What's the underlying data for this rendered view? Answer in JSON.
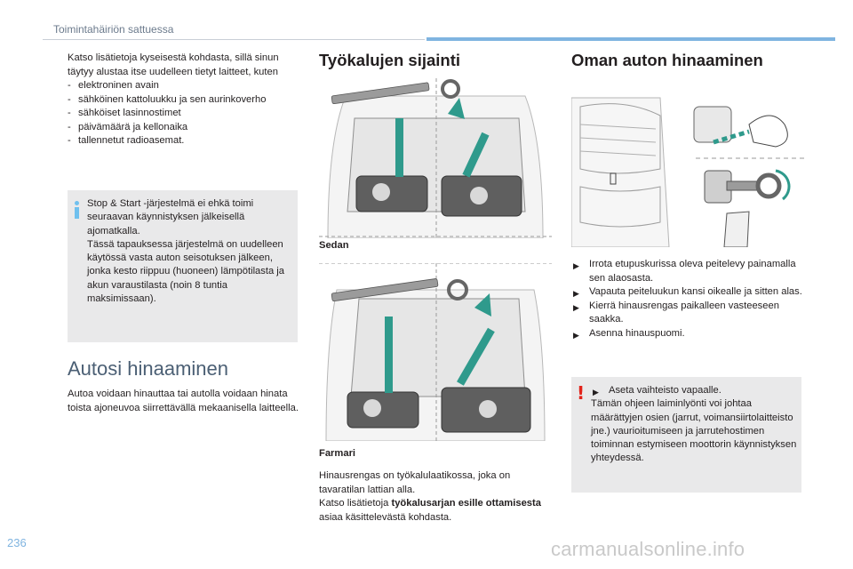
{
  "header": {
    "title": "Toimintahäiriön sattuessa"
  },
  "col1": {
    "intro": "Katso lisätietoja kyseisestä kohdasta, sillä sinun täytyy alustaa itse uudelleen tietyt laitteet, kuten",
    "items": [
      "elektroninen avain",
      "sähköinen kattoluukku ja sen aurinkoverho",
      "sähköiset lasinnostimet",
      "päivämäärä ja kellonaika",
      "tallennetut radioasemat."
    ],
    "info_box": {
      "icon": "info-icon",
      "text": "Stop & Start -järjestelmä ei ehkä toimi seuraavan käynnistyksen jälkeisellä ajomatkalla.\nTässä tapauksessa järjestelmä on uudelleen käytössä vasta auton seisotuksen jälkeen, jonka kesto riippuu (huoneen) lämpötilasta ja akun varaustilasta (noin 8 tuntia maksimissaan)."
    },
    "tow_title": "Autosi hinaaminen",
    "tow_text": "Autoa voidaan hinauttaa tai autolla voidaan hinata toista ajoneuvoa siirrettävällä mekaanisella laitteella."
  },
  "col2": {
    "title": "Työkalujen sijainti",
    "caption_sedan": "Sedan",
    "caption_estate": "Farmari",
    "text_1": "Hinausrengas on työkalulaatikossa, joka on tavaratilan lattian alla.",
    "text_2_prefix": "Katso lisätietoja ",
    "text_2_bold": "työkalusarjan esille ottamisesta",
    "text_2_suffix": " asiaa käsittelevästä kohdasta."
  },
  "col3": {
    "title": "Oman auton hinaaminen",
    "bullet_icon": "arrow-bullet-icon",
    "steps": [
      "Irrota etupuskurissa oleva peitelevy painamalla sen alaosasta.",
      "Vapauta peiteluukun kansi oikealle ja sitten alas.",
      "Kierrä hinausrengas paikalleen vasteeseen saakka.",
      "Asenna hinauspuomi."
    ],
    "warning_box": {
      "icon": "warning-icon",
      "mark": "!",
      "first": "Aseta vaihteisto vapaalle.",
      "text": "Tämän ohjeen laiminlyönti voi johtaa määrättyjen osien (jarrut, voimansiirtolaitteisto jne.) vaurioitumiseen ja jarrutehostimen toiminnan estymiseen moottorin käynnistyksen yhteydessä."
    }
  },
  "footer": {
    "page_number": "236",
    "watermark": "carmanualsonline.info"
  },
  "colors": {
    "accent_blue": "#7fb4e0",
    "info_icon": "#6fc0ee",
    "warning_red": "#e2231a",
    "arrow_teal": "#2f9a8c"
  }
}
